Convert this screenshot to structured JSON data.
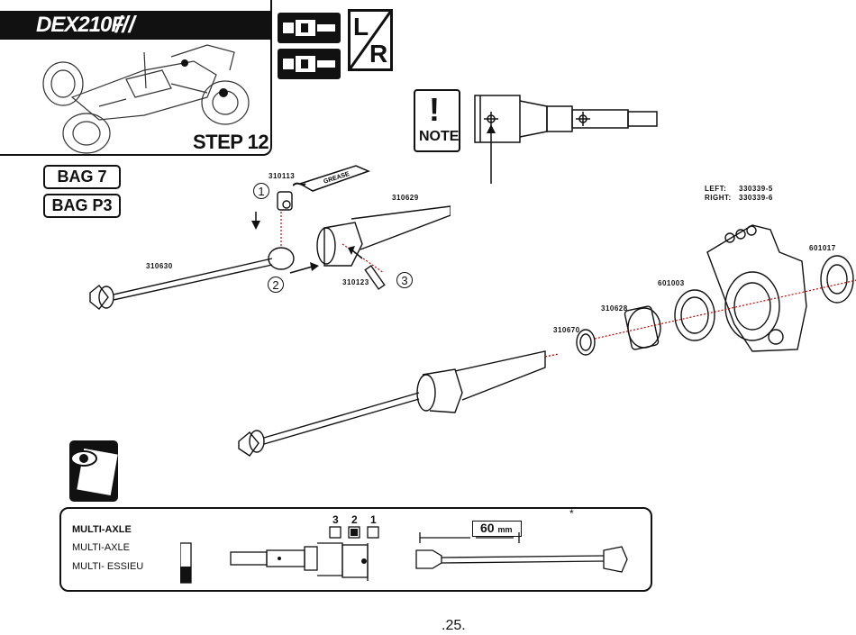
{
  "header": {
    "brand": "DEX210F",
    "step": "STEP 12"
  },
  "side_indicator": {
    "left": "L",
    "right": "R"
  },
  "note": {
    "label": "NOTE"
  },
  "bags": [
    "BAG 7",
    "BAG P3"
  ],
  "parts": {
    "p310113": "310113",
    "p310629": "310629",
    "p310630": "310630",
    "p310123": "310123",
    "p310670": "310670",
    "p310628": "310628",
    "p601003": "601003",
    "p601017": "601017",
    "left_label": "LEFT:",
    "left_val": "330339-5",
    "right_label": "RIGHT:",
    "right_val": "330339-6",
    "grease": "GREASE"
  },
  "steps": {
    "s1": "1",
    "s2": "2",
    "s3": "3"
  },
  "callout": {
    "line1": "MULTI-AXLE",
    "line2": "MULTI-AXLE",
    "line3": "MULTI- ESSIEU",
    "order": [
      "3",
      "2",
      "1"
    ],
    "length_value": "60",
    "length_unit": "mm",
    "asterisk": "*"
  },
  "page": {
    "number": ".25."
  }
}
